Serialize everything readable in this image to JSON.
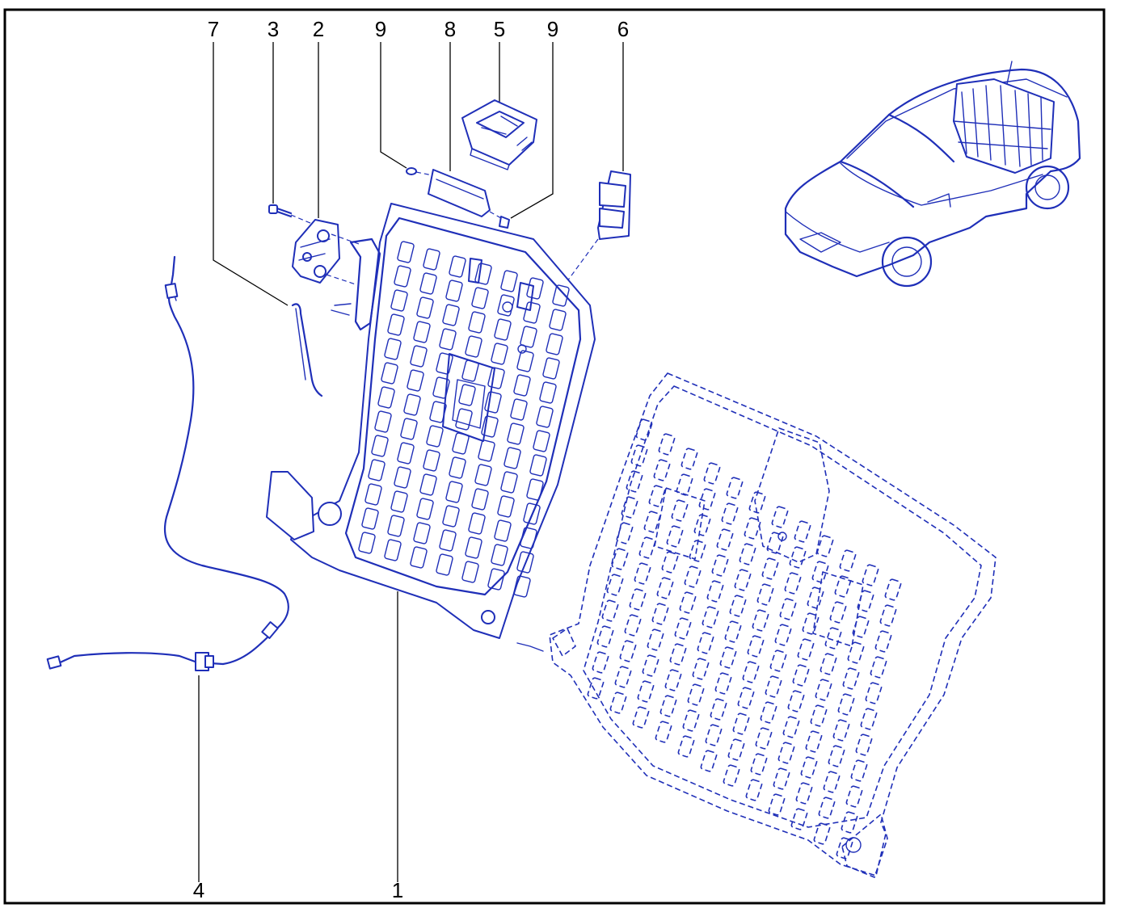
{
  "callouts": [
    "7",
    "3",
    "2",
    "9",
    "8",
    "5",
    "9",
    "6",
    "4",
    "1"
  ],
  "colors": {
    "line_art": "#1f2fb8",
    "labels": "#000000",
    "border": "#000000",
    "background": "#ffffff"
  }
}
